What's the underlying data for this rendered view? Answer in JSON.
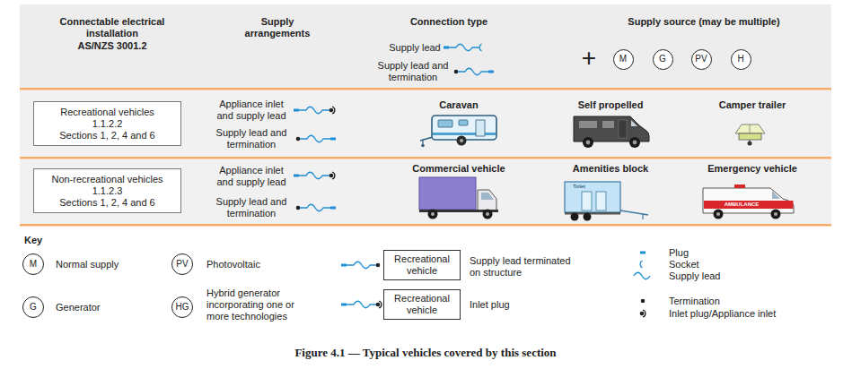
{
  "diagram": {
    "caption": "Figure 4.1 — Typical vehicles covered by this section",
    "nodes": [
      {
        "text": [
          "Connectable electrical installation",
          "AS/NZS 3001.2",
          "Supply arrangements",
          "Connection type",
          "Supply lead",
          "Supply lead and termination",
          "Supply source (may be multiple)"
        ]
      },
      {
        "text": [
          "M"
        ],
        "in": 0
      },
      {
        "text": [
          "G"
        ],
        "in": 0
      },
      {
        "text": [
          "PV"
        ],
        "in": 0
      },
      {
        "text": [
          "H"
        ],
        "in": 0
      },
      {
        "text": [
          "Appliance inlet and supply lead",
          "Supply lead and termination",
          "Caravan",
          "Self propelled",
          "Camper trailer"
        ]
      },
      {
        "text": [
          "Recreational vehicles",
          "1.1.2.2",
          "Sections 1, 2, 4 and 6"
        ],
        "in": 5
      },
      {
        "text": [
          "Appliance inlet and supply lead",
          "Supply lead and termination",
          "Commercial vehicle",
          "Amenities block",
          "Emergency vehicle"
        ]
      },
      {
        "text": [
          "Non-recreational vehicles",
          "1.1.2.3",
          "Sections 1, 2, 4 and 6"
        ],
        "in": 7
      },
      {
        "text": [
          "M"
        ]
      },
      {
        "text": [
          "PV"
        ]
      },
      {
        "text": [
          "G"
        ]
      },
      {
        "text": [
          "HG"
        ]
      },
      {
        "text": [
          "Recreational vehicle"
        ]
      },
      {
        "text": [
          "Recreational vehicle"
        ]
      }
    ],
    "labels": [
      "+",
      "Key",
      "Toilet",
      "AMBULANCE"
    ],
    "legend": [
      {
        "text": "Normal supply"
      },
      {
        "text": "Photovoltaic"
      },
      {
        "text": "Generator"
      },
      {
        "text": "Hybrid generator incorporating one or more technologies"
      },
      {
        "text": "Supply lead terminated on structure"
      },
      {
        "text": "Inlet plug"
      },
      {
        "text": "Plug"
      },
      {
        "text": "Socket"
      },
      {
        "text": "Supply lead"
      },
      {
        "text": "Termination"
      },
      {
        "text": "Inlet plug/Appliance inlet"
      }
    ]
  }
}
